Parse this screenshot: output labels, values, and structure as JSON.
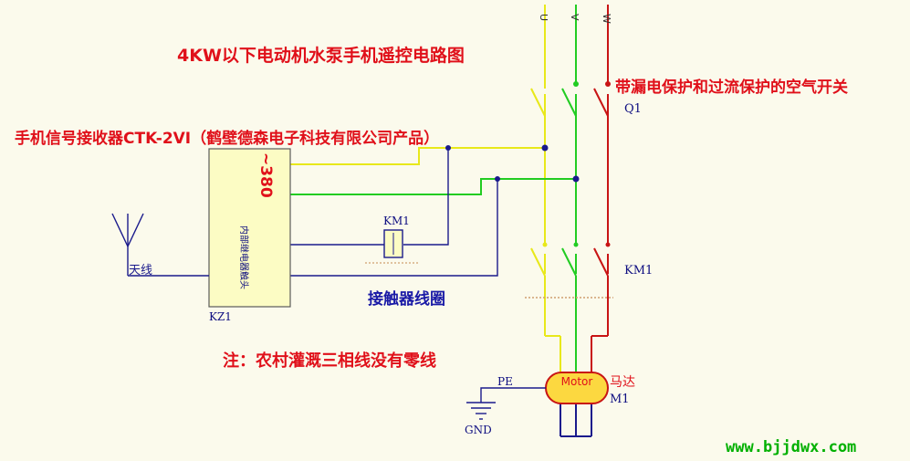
{
  "title": "4KW以下电动机水泵手机遥控电路图",
  "breaker_label": "带漏电保护和过流保护的空气开关",
  "receiver_label": "手机信号接收器CTK-2VI（鹤壁德森电子科技有限公司产品）",
  "contactor_coil_label": "接触器线圈",
  "note": "注：农村灌溉三相线没有零线",
  "watermark": "www.bjjdwx.com",
  "phases": [
    "U",
    "V",
    "W"
  ],
  "q1": "Q1",
  "km1_coil": "KM1",
  "km1_contacts": "KM1",
  "receiver_voltage": "~380",
  "relay_contact_label": "内部继电器触头",
  "kz1": "KZ1",
  "antenna": "天线",
  "motor": "Motor",
  "motor_cn": "马达",
  "m1": "M1",
  "pe": "PE",
  "gnd": "GND",
  "colors": {
    "background": "#fbfaec",
    "phase_u": "#e8e81a",
    "phase_v": "#22cc22",
    "phase_w": "#c81414",
    "control": "#1a1a8c",
    "receiver_box": "#fcfcc4",
    "motor_fill": "#fcd840",
    "title_red": "#e0101a",
    "watermark_green": "#00b000"
  }
}
